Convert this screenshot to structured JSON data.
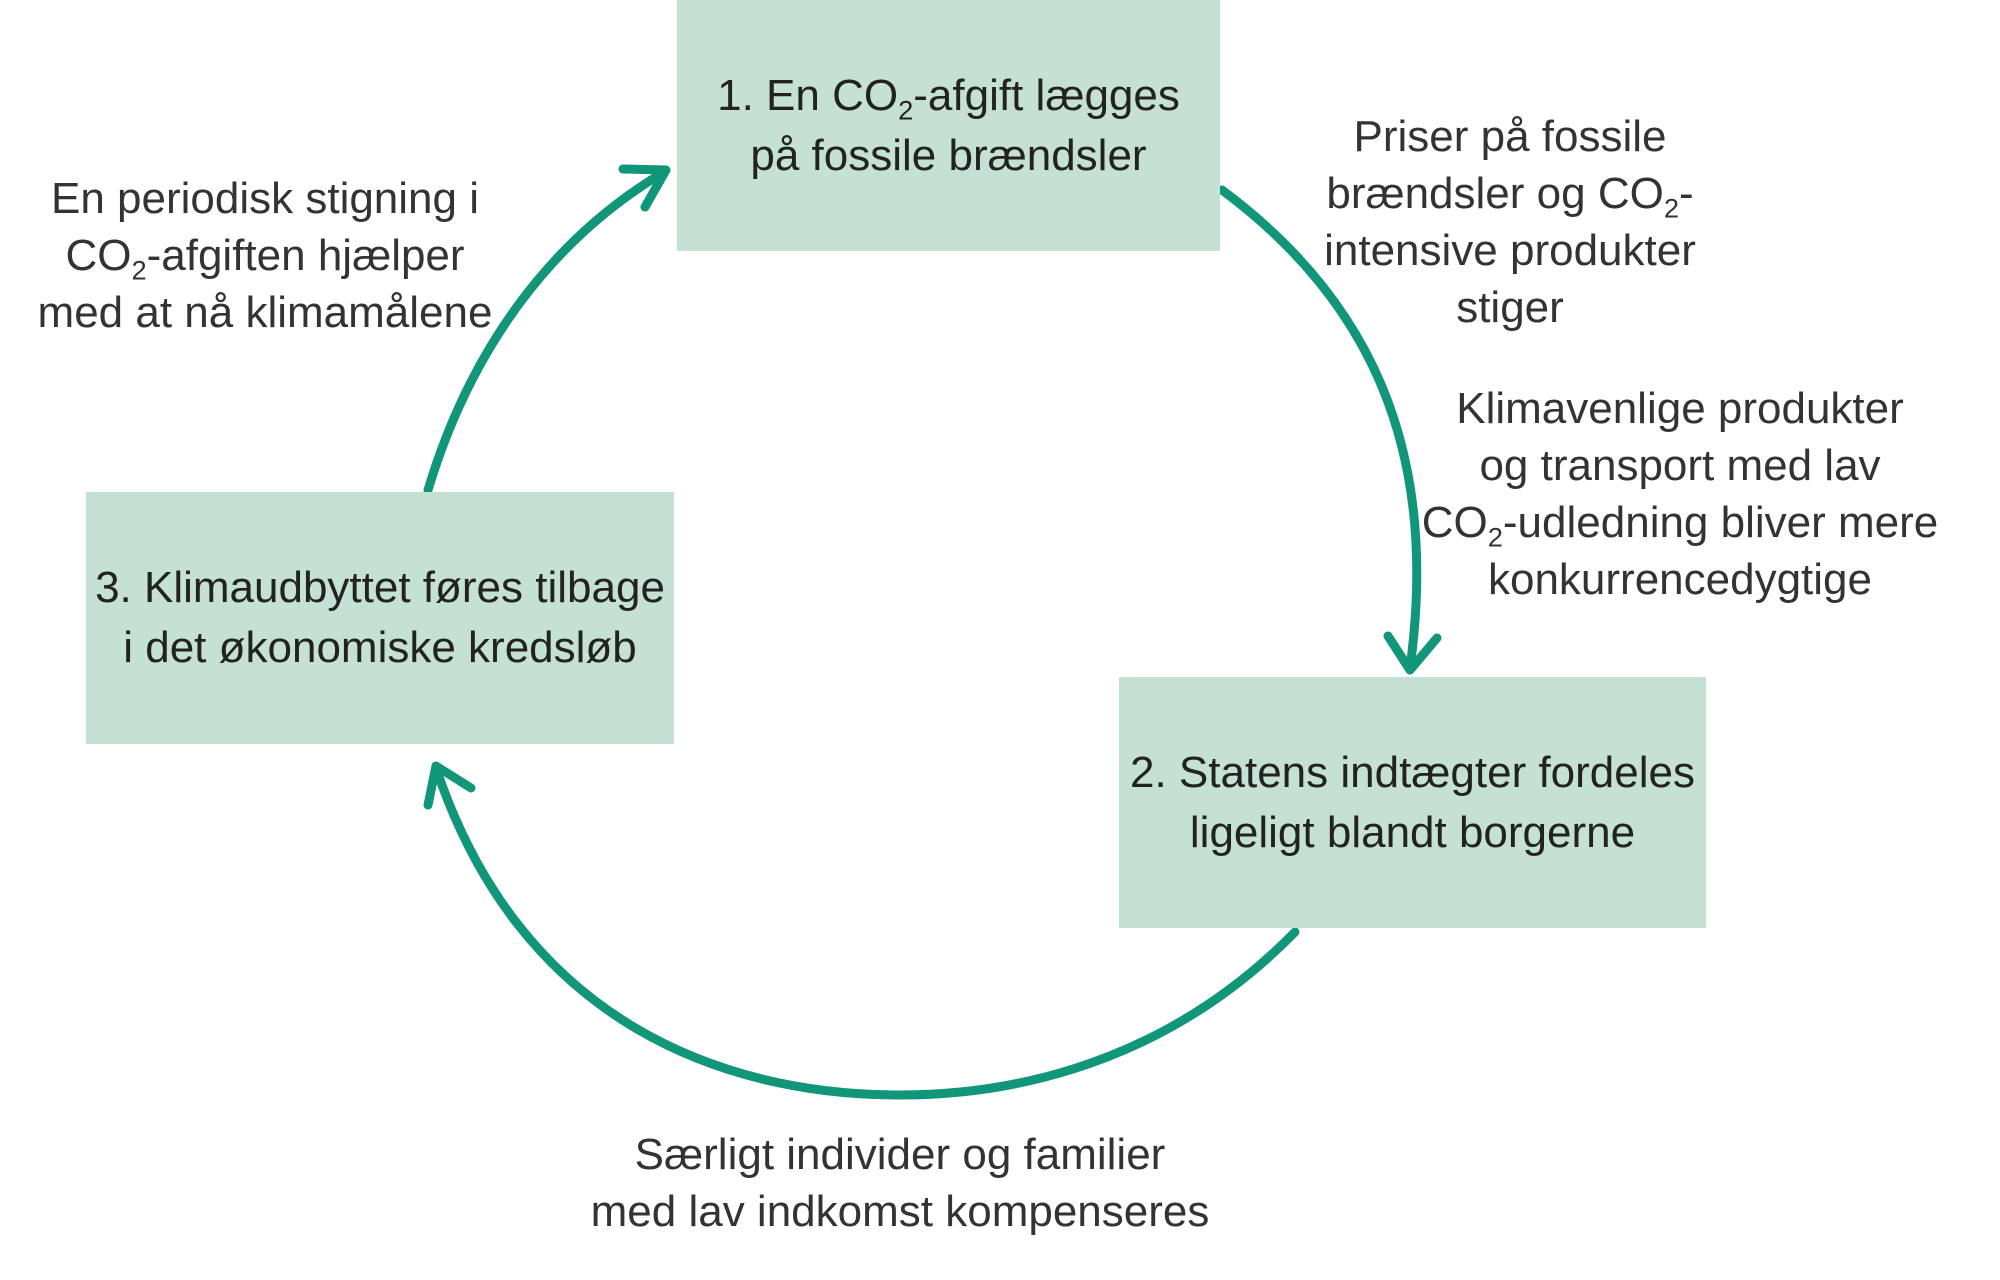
{
  "colors": {
    "box_fill": "#c5e1d4",
    "arrow": "#11967a",
    "text": "#222222"
  },
  "boxes": {
    "step1": {
      "line1_pre": "1. En CO",
      "line1_sub": "2",
      "line1_post": "-afgift lægges",
      "line2": "på fossile brændsler"
    },
    "step2": {
      "line1": "2. Statens indtægter fordeles",
      "line2": "ligeligt blandt borgerne"
    },
    "step3": {
      "line1": "3. Klimaudbyttet føres tilbage",
      "line2": "i det økonomiske kredsløb"
    }
  },
  "notes": {
    "prices": {
      "line1": "Priser på fossile",
      "line2_pre": "brændsler og CO",
      "line2_sub": "2",
      "line2_post": "-",
      "line3": "intensive produkter",
      "line4": "stiger"
    },
    "products": {
      "line1": "Klimavenlige produkter",
      "line2": "og transport med lav",
      "line3_pre": "CO",
      "line3_sub": "2",
      "line3_post": "-udledning bliver mere",
      "line4": "konkurrencedygtige"
    },
    "compensation": {
      "line1": "Særligt individer og familier",
      "line2": "med lav indkomst kompenseres"
    },
    "rise": {
      "line1": "En periodisk stigning i",
      "line2_pre": "CO",
      "line2_sub": "2",
      "line2_post": "-afgiften hjælper",
      "line3": "med at nå klimamålene"
    }
  },
  "icons": {
    "arrow_1_to_2": "arrowhead-down-icon",
    "arrow_2_to_3": "arrowhead-up-icon",
    "arrow_3_to_1": "arrowhead-right-icon"
  }
}
